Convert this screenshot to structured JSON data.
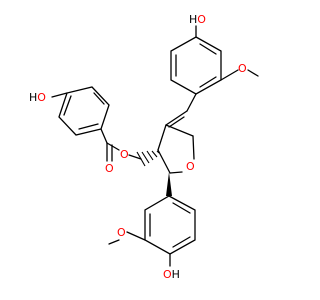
{
  "molecule": {
    "atom_labels": {
      "ho_top": "HO",
      "o_methoxy_top": "O",
      "ho_left": "HO",
      "o_ester": "O",
      "o_carbonyl": "O",
      "o_ring": "O",
      "o_methoxy_bottom": "O",
      "oh_bottom": "OH"
    },
    "colors": {
      "bond": "#000000",
      "oxygen": "#ff0000",
      "hydrogen": "#000000"
    }
  }
}
